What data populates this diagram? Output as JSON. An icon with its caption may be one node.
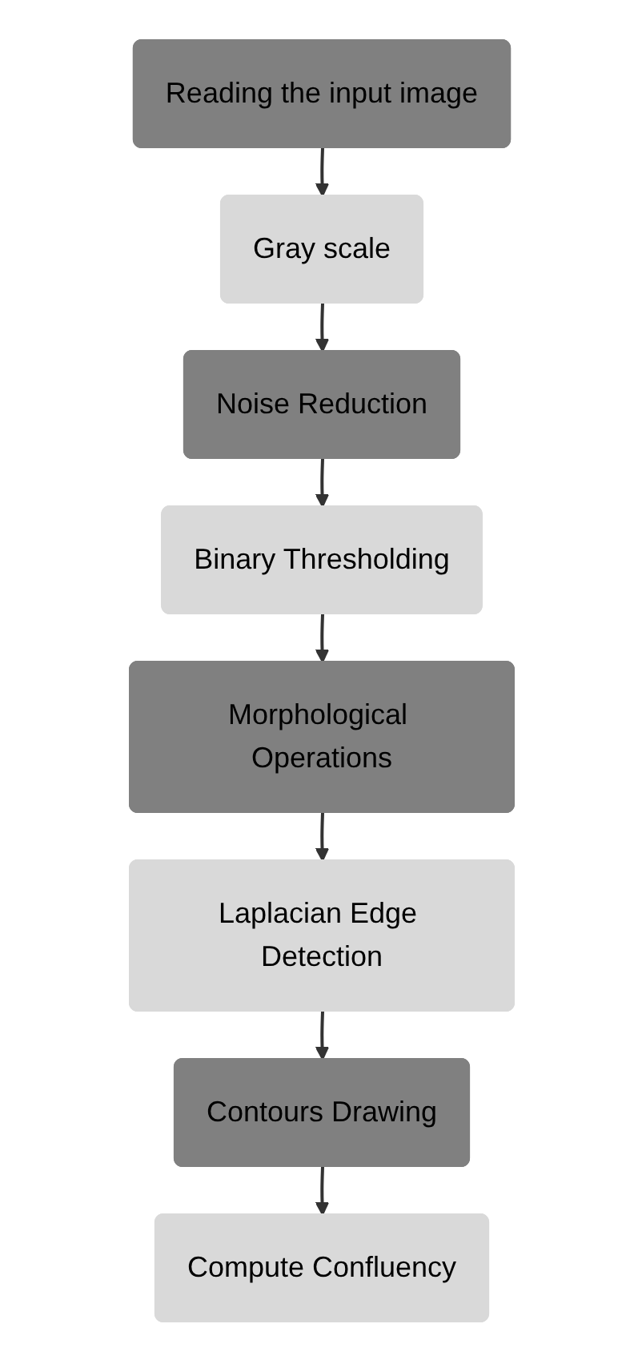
{
  "diagram": {
    "nodes": [
      {
        "text": [
          "Reading the input image"
        ]
      },
      {
        "text": [
          "Gray scale"
        ]
      },
      {
        "text": [
          "Noise Reduction"
        ]
      },
      {
        "text": [
          "Binary Thresholding"
        ]
      },
      {
        "text": [
          "Morphological Operations"
        ]
      },
      {
        "text": [
          "Laplacian Edge Detection"
        ]
      },
      {
        "text": [
          "Contours Drawing"
        ]
      },
      {
        "text": [
          "Compute Confluency"
        ]
      }
    ],
    "edges": [
      {
        "from": 0,
        "to": 1,
        "arrow": "to"
      },
      {
        "from": 1,
        "to": 2,
        "arrow": "to"
      },
      {
        "from": 2,
        "to": 3,
        "arrow": "to"
      },
      {
        "from": 3,
        "to": 4,
        "arrow": "to"
      },
      {
        "from": 4,
        "to": 5,
        "arrow": "to"
      },
      {
        "from": 5,
        "to": 6,
        "arrow": "to"
      },
      {
        "from": 6,
        "to": 7,
        "arrow": "to"
      }
    ]
  }
}
